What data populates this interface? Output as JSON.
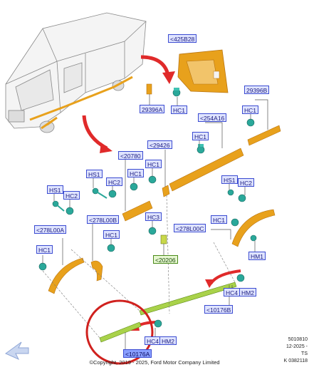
{
  "labels": {
    "l425B28": "<425B28",
    "l29396A": "29396A",
    "lHC_top": "HC1",
    "l29396B": "29396B",
    "lHC_right": "HC1",
    "l254A16": "<254A16",
    "lHC_mid": "HC1",
    "l29426": "<29426",
    "lHC1_29426": "HC1",
    "l20780": "<20780",
    "lHS1_a": "HS1",
    "lHC1_20780": "HC1",
    "lHC2_20780": "HC2",
    "lHS1_left": "HS1",
    "lHC2_left": "HC2",
    "l278L00B": "<278L00B",
    "lHC1_278L00B": "HC1",
    "lHC3": "HC3",
    "l278L00A": "<278L00A",
    "lHC1_left": "HC1",
    "l20206": "<20206",
    "lHS1_right": "HS1",
    "lHC2_right": "HC2",
    "lHC1_278L00C": "HC1",
    "l278L00C": "<278L00C",
    "lHM1": "HM1",
    "lHC4_b": "HC4",
    "lHM2_b": "HM2",
    "l10176B": "<10176B",
    "lHC4_a": "HC4",
    "lHM2_a": "HM2",
    "l10176A": "<10176A"
  },
  "ref": {
    "line1": "5010810",
    "line2": "12-2025 -",
    "line3": "TS",
    "line4": "K 0382118"
  },
  "copyright": "©Copyright, 2019 - 2025, Ford Motor Company Limited",
  "colors": {
    "part": "#e8a11c",
    "partDark": "#b97410",
    "fixing": "#2aa89a",
    "arrow": "#e02a2a",
    "label": "#3b4bd1",
    "highlight": "#d0211e",
    "greenPart": "#a9d24a",
    "navArrow": "#8fa6d6"
  }
}
